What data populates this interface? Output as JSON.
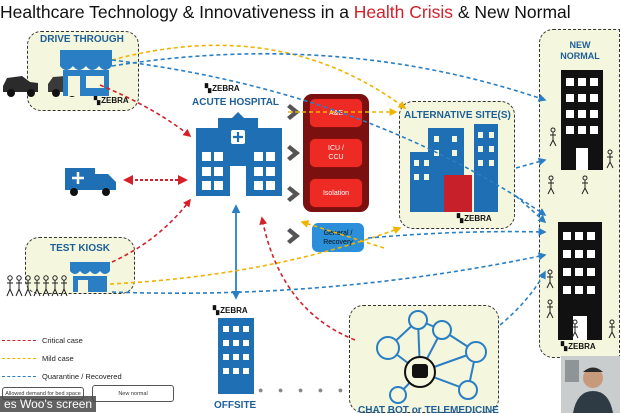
{
  "title": {
    "part1": "Healthcare Technology & Innovativeness in a ",
    "highlight": "Health Crisis",
    "part2": " & New Normal"
  },
  "panels": {
    "drive_through": "DRIVE THROUGH",
    "acute_hospital": "ACUTE HOSPITAL",
    "alternative_sites": "ALTERNATIVE SITE(S)",
    "new_normal": "NEW NORMAL",
    "test_kiosk": "TEST KIOSK",
    "offsite": "OFFSITE",
    "chat_bot": "CHAT BOT or TELEMEDICINE"
  },
  "brand": "ZEBRA",
  "units": {
    "ae": "A&E",
    "icu": "ICU / CCU",
    "isolation": "Isolation",
    "general": "General / Recovery"
  },
  "legend": {
    "critical": "Critical case",
    "mild": "Mild case",
    "quarantine": "Quarantine / Recovered",
    "box1": "Allowed demand for bed space",
    "box2": "New normal"
  },
  "colors": {
    "critical": "#d3202a",
    "mild": "#f0b400",
    "quarantine": "#2a7fc4",
    "accent_blue": "#1f6fb5",
    "panel_bg": "#f4f6dd"
  },
  "overlay": {
    "screen_share_caption": "es Woo's screen"
  }
}
